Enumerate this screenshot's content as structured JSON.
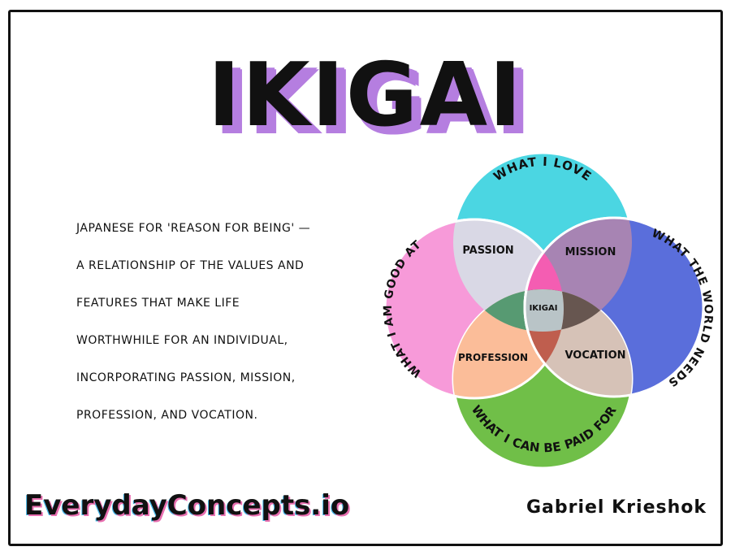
{
  "title": "IKIGAI",
  "description_lines": [
    "Japanese for 'reason for being' —",
    "a relationship of the values and",
    "features that make life",
    "worthwhile for an individual,",
    "incorporating passion, mission,",
    "profession, and vocation."
  ],
  "diagram": {
    "circles": {
      "love": {
        "label": "WHAT I LOVE",
        "color": "#4bd6e2"
      },
      "good_at": {
        "label": "WHAT I AM GOOD AT",
        "color": "#f79ad9"
      },
      "world_needs": {
        "label": "WHAT THE WORLD NEEDS",
        "color": "#5a6edb"
      },
      "paid_for": {
        "label": "WHAT I CAN BE PAID FOR",
        "color": "#70bf48"
      }
    },
    "overlaps": {
      "passion": {
        "label": "PASSION",
        "color": "#d9d8e5"
      },
      "mission": {
        "label": "MISSION",
        "color": "#a784b3"
      },
      "profession": {
        "label": "PROFESSION",
        "color": "#fbbd99"
      },
      "vocation": {
        "label": "VOCATION",
        "color": "#d6c2b7"
      },
      "top_triple": {
        "color": "#f45db2"
      },
      "left_triple": {
        "color": "#579a72"
      },
      "right_triple": {
        "color": "#675650"
      },
      "bottom_triple": {
        "color": "#bf5e4e"
      },
      "center": {
        "label": "IKIGAI",
        "color": "#b9c4c7"
      }
    }
  },
  "footer": {
    "brand": "EverydayConcepts.io",
    "author": "Gabriel Krieshok"
  }
}
